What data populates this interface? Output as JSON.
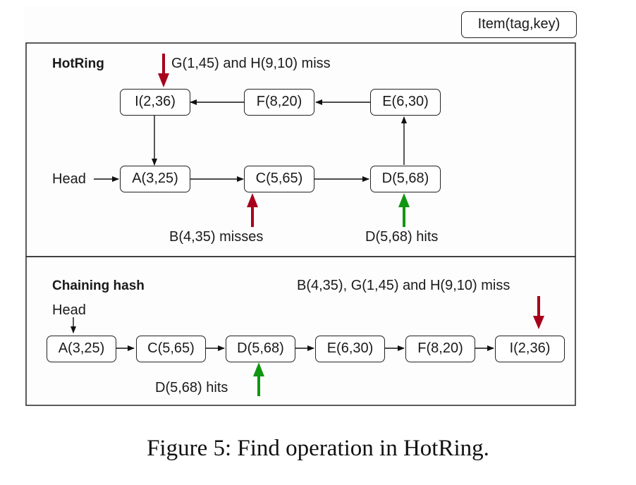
{
  "legend": {
    "label": "Item(tag,key)"
  },
  "hotring": {
    "title": "HotRing",
    "head_label": "Head",
    "nodes": {
      "I": "I(2,36)",
      "F": "F(8,20)",
      "E": "E(6,30)",
      "A": "A(3,25)",
      "C": "C(5,65)",
      "D": "D(5,68)"
    },
    "annotations": {
      "top_miss": "G(1,45) and H(9,10) miss",
      "b_miss": "B(4,35) misses",
      "d_hit": "D(5,68) hits"
    }
  },
  "chaining": {
    "title": "Chaining hash",
    "head_label": "Head",
    "nodes": [
      "A(3,25)",
      "C(5,65)",
      "D(5,68)",
      "E(6,30)",
      "F(8,20)",
      "I(2,36)"
    ],
    "annotations": {
      "miss": "B(4,35), G(1,45) and H(9,10) miss",
      "d_hit": "D(5,68) hits"
    }
  },
  "colors": {
    "miss_arrow": "#a8001c",
    "hit_arrow": "#129612",
    "line": "#222222"
  },
  "caption": "Figure 5: Find operation in HotRing."
}
